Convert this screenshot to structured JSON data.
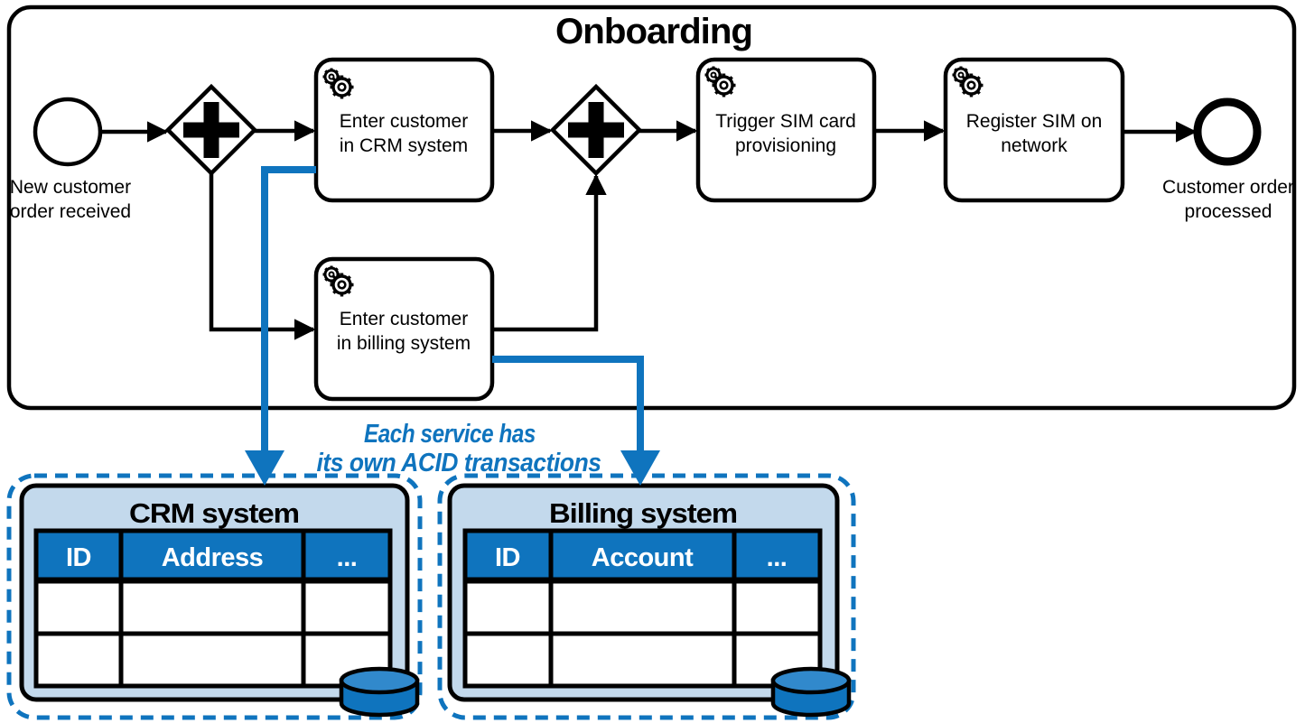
{
  "diagram": {
    "title": "Onboarding",
    "process": {
      "start_event": {
        "label_line1": "New customer",
        "label_line2": "order received"
      },
      "end_event": {
        "label_line1": "Customer order",
        "label_line2": "processed"
      },
      "gateways": [
        {
          "type": "parallel-split",
          "symbol": "+"
        },
        {
          "type": "parallel-join",
          "symbol": "+"
        }
      ],
      "tasks": [
        {
          "type": "service-task",
          "line1": "Enter customer",
          "line2": "in CRM system"
        },
        {
          "type": "service-task",
          "line1": "Enter customer",
          "line2": "in billing system"
        },
        {
          "type": "service-task",
          "line1": "Trigger SIM card",
          "line2": "provisioning"
        },
        {
          "type": "service-task",
          "line1": "Register SIM on",
          "line2": "network"
        }
      ]
    },
    "annotation": {
      "line1": "Each service has",
      "line2": "its own ACID transactions"
    },
    "systems": [
      {
        "title": "CRM system",
        "columns": [
          "ID",
          "Address",
          "..."
        ],
        "empty_rows": 2
      },
      {
        "title": "Billing system",
        "columns": [
          "ID",
          "Account",
          "..."
        ],
        "empty_rows": 2
      }
    ],
    "icons": {
      "task_marker": "double-gear",
      "datastore": "database-cylinder"
    },
    "colors": {
      "accent_blue": "#0f74be",
      "panel_light_blue": "#c3d9ec",
      "cylinder_top_blue": "#3189cc",
      "outline_black": "#000000"
    }
  }
}
